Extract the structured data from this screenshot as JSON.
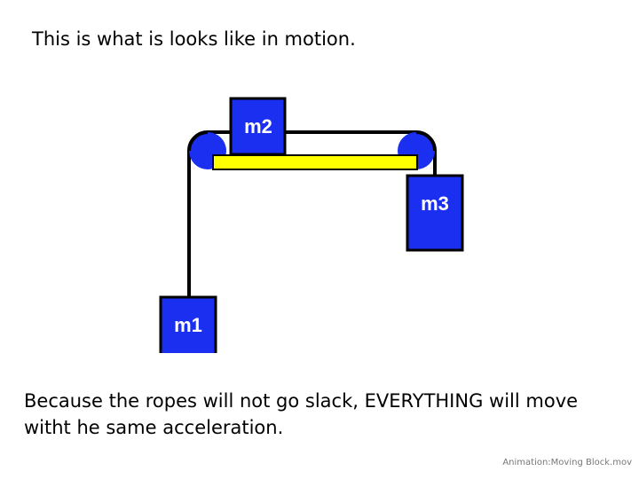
{
  "title": "This is what is looks like in motion.",
  "body": "Because the ropes will not go slack, EVERYTHING will move witht he same acceleration.",
  "caption": "Animation:Moving Block.mov",
  "masses": {
    "m1": "m1",
    "m2": "m2",
    "m3": "m3"
  },
  "colors": {
    "block": "#1a2ff0",
    "table": "#ffff00"
  }
}
